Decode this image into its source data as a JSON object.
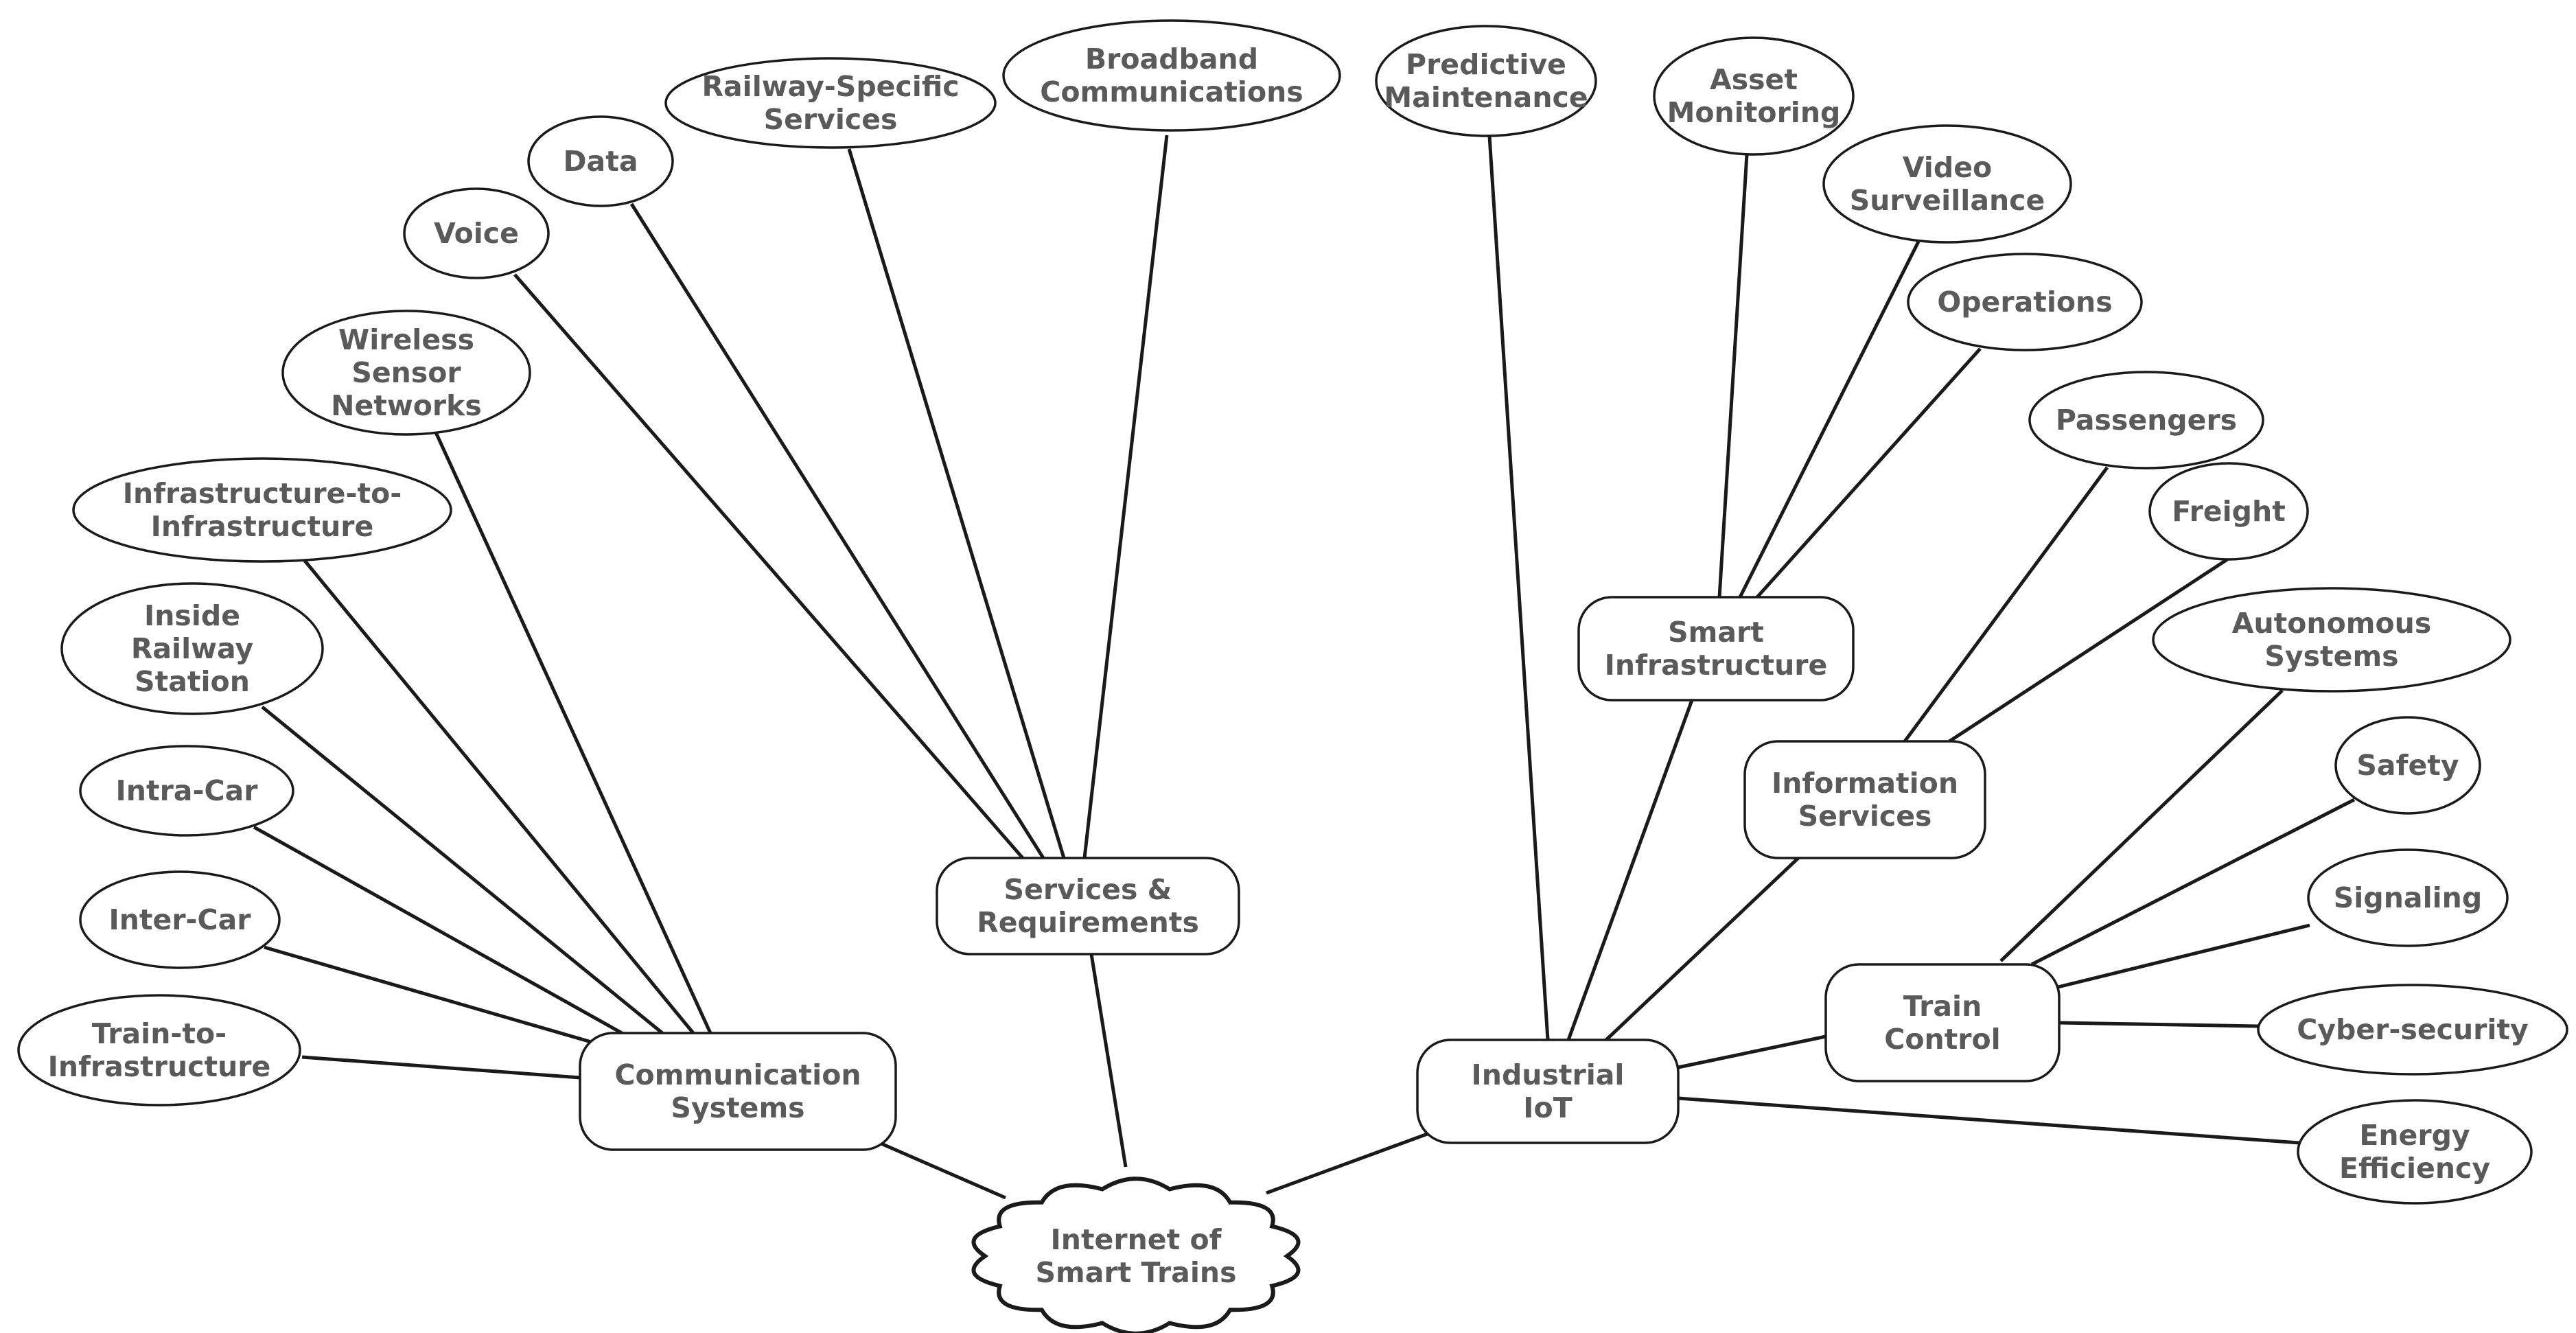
{
  "root": {
    "id": "internet",
    "label": [
      "Internet of",
      "Smart Trains"
    ]
  },
  "branches": [
    {
      "id": "comm",
      "label": [
        "Communication",
        "Systems"
      ],
      "children": [
        {
          "id": "t2i",
          "label": [
            "Train-to-",
            "Infrastructure"
          ]
        },
        {
          "id": "intercar",
          "label": [
            "Inter-Car"
          ]
        },
        {
          "id": "intracar",
          "label": [
            "Intra-Car"
          ]
        },
        {
          "id": "inside",
          "label": [
            "Inside",
            "Railway",
            "Station"
          ]
        },
        {
          "id": "i2i",
          "label": [
            "Infrastructure-to-",
            "Infrastructure"
          ]
        },
        {
          "id": "wsn",
          "label": [
            "Wireless",
            "Sensor",
            "Networks"
          ]
        }
      ]
    },
    {
      "id": "services",
      "label": [
        "Services &",
        "Requirements"
      ],
      "children": [
        {
          "id": "voice",
          "label": [
            "Voice"
          ]
        },
        {
          "id": "data",
          "label": [
            "Data"
          ]
        },
        {
          "id": "railway",
          "label": [
            "Railway-Specific",
            "Services"
          ]
        },
        {
          "id": "broadband",
          "label": [
            "Broadband",
            "Communications"
          ]
        }
      ]
    },
    {
      "id": "iiot",
      "label": [
        "Industrial",
        "IoT"
      ],
      "children": [
        {
          "id": "predictive",
          "label": [
            "Predictive",
            "Maintenance"
          ]
        },
        {
          "id": "smartinfra",
          "label": [
            "Smart",
            "Infrastructure"
          ],
          "children": [
            {
              "id": "asset",
              "label": [
                "Asset",
                "Monitoring"
              ]
            },
            {
              "id": "video",
              "label": [
                "Video",
                "Surveillance"
              ]
            },
            {
              "id": "operations",
              "label": [
                "Operations"
              ]
            }
          ]
        },
        {
          "id": "info",
          "label": [
            "Information",
            "Services"
          ],
          "children": [
            {
              "id": "passengers",
              "label": [
                "Passengers"
              ]
            },
            {
              "id": "freight",
              "label": [
                "Freight"
              ]
            }
          ]
        },
        {
          "id": "traincontrol",
          "label": [
            "Train",
            "Control"
          ],
          "children": [
            {
              "id": "autonomous",
              "label": [
                "Autonomous",
                "Systems"
              ]
            },
            {
              "id": "safety",
              "label": [
                "Safety"
              ]
            },
            {
              "id": "signaling",
              "label": [
                "Signaling"
              ]
            },
            {
              "id": "cyber",
              "label": [
                "Cyber-security"
              ]
            }
          ]
        },
        {
          "id": "energy",
          "label": [
            "Energy",
            "Efficiency"
          ]
        }
      ]
    }
  ]
}
